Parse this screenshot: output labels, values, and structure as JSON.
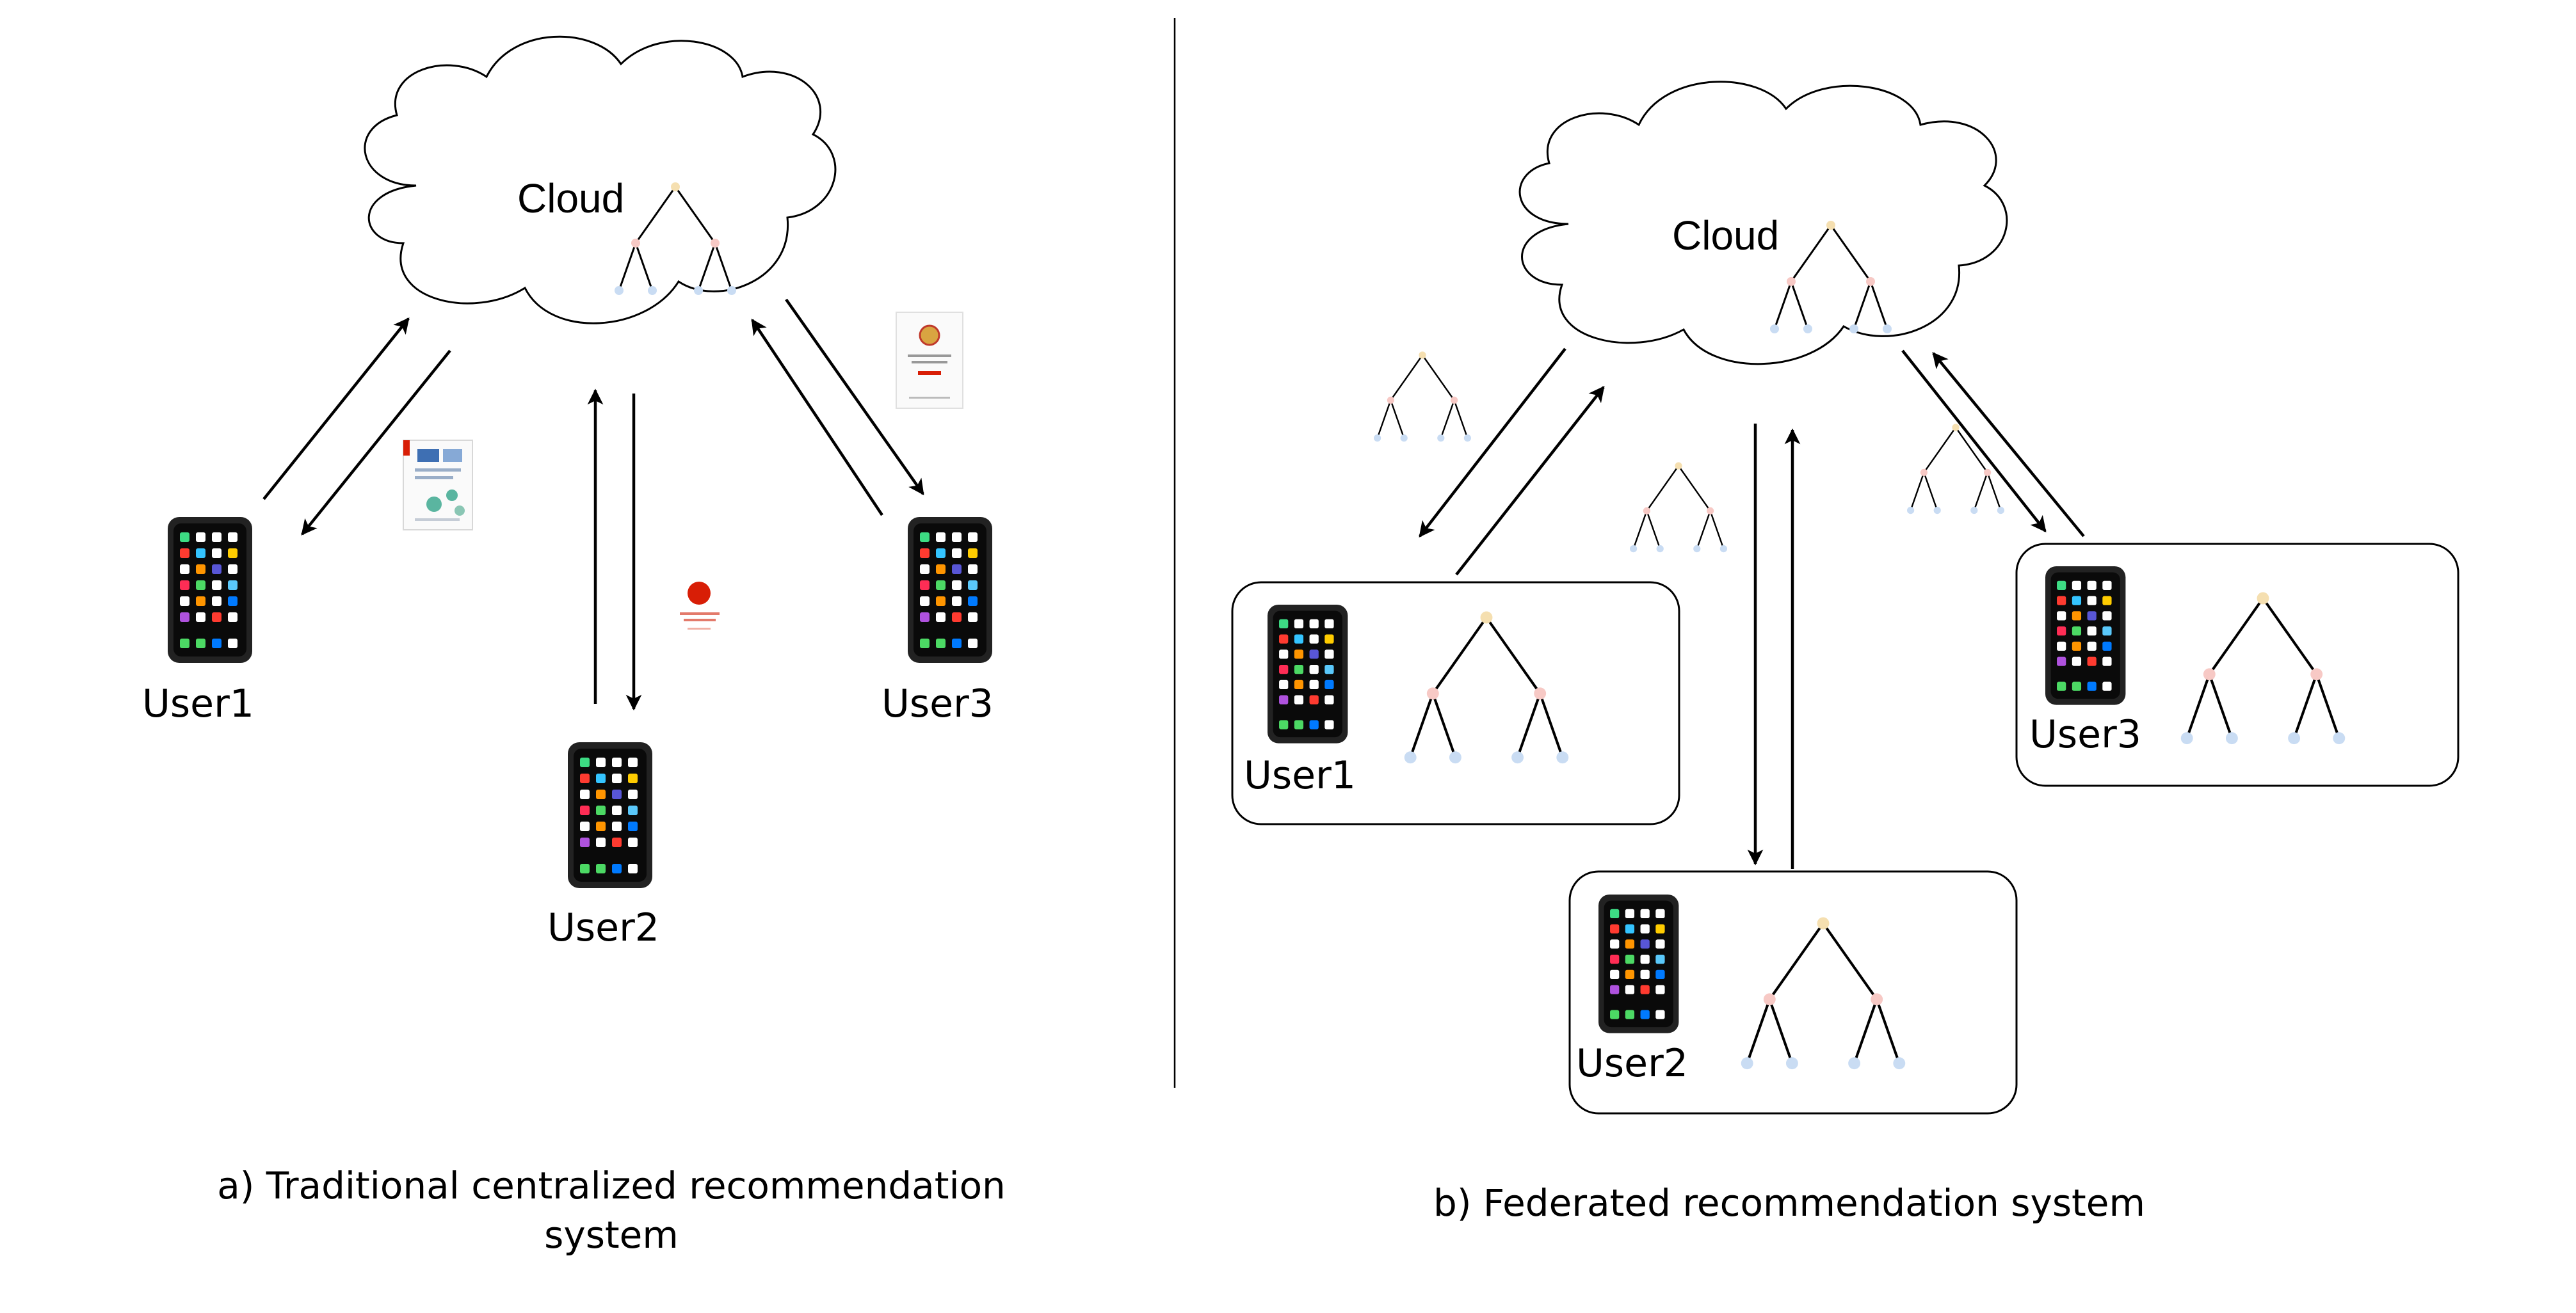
{
  "panel_a": {
    "cloud_label": "Cloud",
    "users": [
      "User1",
      "User2",
      "User3"
    ],
    "caption_line1": "a) Traditional centralized recommendation",
    "caption_line2": "system"
  },
  "panel_b": {
    "cloud_label": "Cloud",
    "users": [
      "User1",
      "User2",
      "User3"
    ],
    "caption": "b) Federated recommendation system"
  },
  "colors": {
    "stroke": "#000000",
    "background": "#ffffff",
    "tree_root": "#f5dfb0",
    "tree_mid": "#f7c9c5",
    "tree_leaf": "#c9dcf3",
    "icon_red": "#d81e06"
  },
  "icons": {
    "phone": "smartphone-icon",
    "tree": "tree-model-icon",
    "document": "document-icon"
  }
}
